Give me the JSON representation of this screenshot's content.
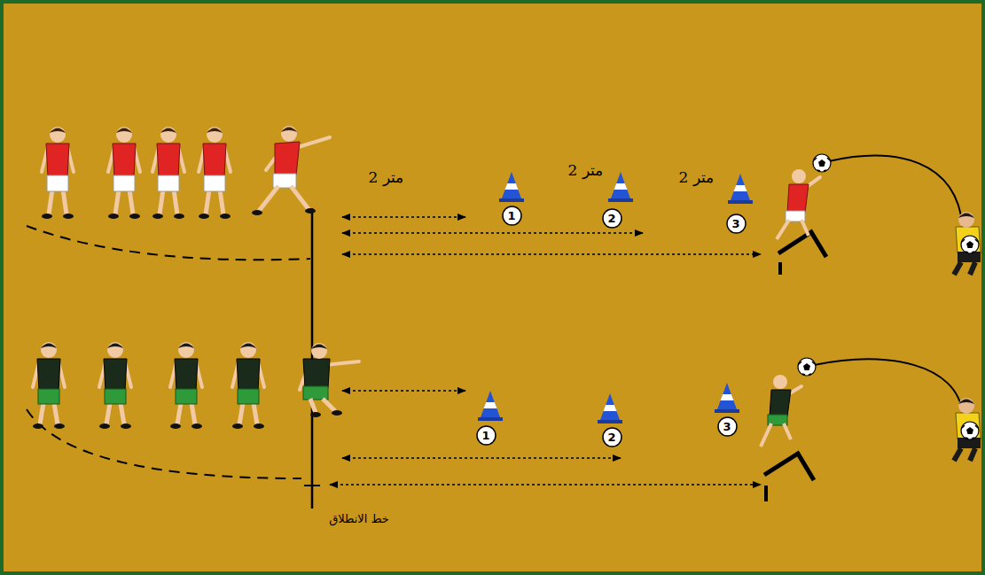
{
  "diagram": {
    "nodes": [
      {
        "text": [
          "1"
        ]
      },
      {
        "text": [
          "2"
        ]
      },
      {
        "text": [
          "3"
        ]
      },
      {
        "text": [
          "1"
        ]
      },
      {
        "text": [
          "2"
        ]
      },
      {
        "text": [
          "3"
        ]
      }
    ],
    "labels": [
      "2 متر",
      "2 متر",
      "2 متر",
      "خط الانطلاق"
    ]
  }
}
